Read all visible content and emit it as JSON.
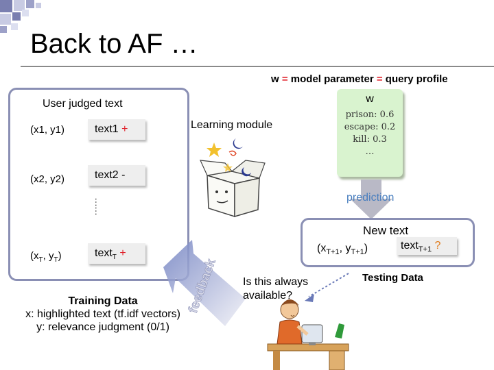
{
  "slide": {
    "title": "Back to AF …",
    "param_w": "w",
    "param_eq1": "=",
    "param_model": "model parameter",
    "param_eq2": "=",
    "param_query": "query profile"
  },
  "left_panel": {
    "heading": "User judged text",
    "rows": [
      {
        "pair_main": "(x1, y1)",
        "pair_sub": "",
        "text_main": "text1",
        "text_sub": "",
        "sign": "+"
      },
      {
        "pair_main": "(x2, y2)",
        "pair_sub": "",
        "text_main": "text2",
        "text_sub": "",
        "sign": "-"
      },
      {
        "pair_main": "(x",
        "pair_sub": "T",
        "pair_mid": ", y",
        "pair_sub2": "T",
        "pair_end": ")",
        "text_main": "text",
        "text_sub": "T",
        "sign": "+"
      }
    ],
    "ellipsis": "……"
  },
  "learning": {
    "label": "Learning module"
  },
  "w_box": {
    "label": "w",
    "lines": [
      "prison: 0.6",
      "escape: 0.2",
      "kill: 0.3",
      "…"
    ]
  },
  "prediction": {
    "label": "prediction"
  },
  "new_text": {
    "heading": "New text",
    "pair_a": "(x",
    "pair_sub1": "T+1",
    "pair_b": ", y",
    "pair_sub2": "T+1",
    "pair_c": ")",
    "box_main": "text",
    "box_sub": "T+1",
    "box_q": "?"
  },
  "testing": {
    "label": "Testing Data"
  },
  "feedback": {
    "label": "feedback",
    "question_line1": "Is this always",
    "question_line2": "available?"
  },
  "training": {
    "title": "Training Data",
    "line_x": "x: highlighted text (tf.idf vectors)",
    "line_y": "y: relevance judgment (0/1)"
  },
  "colors": {
    "accent_red": "#e0202a",
    "panel_border": "#8a8fb4",
    "w_box_fill": "#d9f3cf",
    "prediction_blue": "#4a7fbf"
  }
}
